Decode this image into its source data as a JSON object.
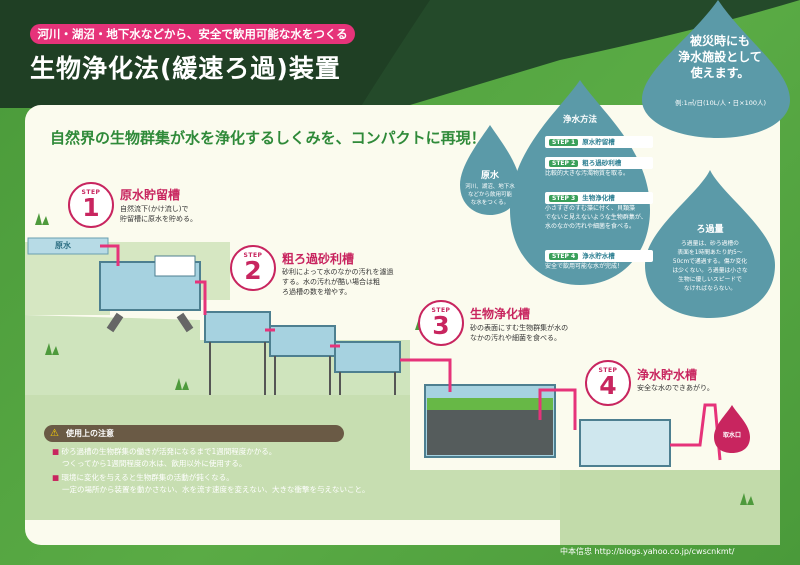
{
  "header": {
    "pill": "河川・湖沼・地下水などから、安全で飲用可能な水をつくる",
    "title": "生物浄化法(緩速ろ過)装置"
  },
  "subtitle": "自然界の生物群集が水を浄化するしくみを、コンパクトに再現！",
  "big_drop": {
    "line1": "被災時にも",
    "line2": "浄水施設として",
    "line3": "使えます。",
    "note": "例:1㎥/日(10L/人・日×100人)"
  },
  "raw_drop": {
    "title": "原水",
    "desc1": "河川、湖沼、地下水",
    "desc2": "などから飲用可能",
    "desc3": "な水をつくる。"
  },
  "method_drop": {
    "title": "浄水方法",
    "steps": [
      {
        "step": "STEP 1",
        "name": "原水貯留槽",
        "desc1": "",
        "desc2": "",
        "desc3": ""
      },
      {
        "step": "STEP 2",
        "name": "粗ろ過砂利槽",
        "desc1": "比較的大きな汚濁物質を取る。",
        "desc2": "",
        "desc3": ""
      },
      {
        "step": "STEP 3",
        "name": "生物浄化槽",
        "desc1": "小さすぎのすむ藻に付く、貝類藻",
        "desc2": "でないと見えないような生物群集が、",
        "desc3": "水のなかの汚れや細菌を食べる。"
      },
      {
        "step": "STEP 4",
        "name": "浄水貯水槽",
        "desc1": "安全で飲用可能な水が完成！",
        "desc2": "",
        "desc3": ""
      }
    ]
  },
  "filter_drop": {
    "title": "ろ過量",
    "lines": [
      "ろ過量は、砂ろ過槽の",
      "表面を1時間あたり約5〜",
      "50cmで通過する。傷か変化",
      "は少くない。ろ過量は小さな",
      "生物に優しいスピードで",
      "なければならない。"
    ]
  },
  "steps": [
    {
      "label": "STEP",
      "num": "1",
      "title": "原水貯留槽",
      "desc1": "自然流下(かけ流し)で",
      "desc2": "貯留槽に原水を貯める。",
      "desc3": ""
    },
    {
      "label": "STEP",
      "num": "2",
      "title": "粗ろ過砂利槽",
      "desc1": "砂利によって水のなかの汚れを濾過",
      "desc2": "する。水の汚れが酷い場合は粗",
      "desc3": "ろ過槽の数を増やす。"
    },
    {
      "label": "STEP",
      "num": "3",
      "title": "生物浄化槽",
      "desc1": "砂の表面にすむ生物群集が水の",
      "desc2": "なかの汚れや細菌を食べる。",
      "desc3": ""
    },
    {
      "label": "STEP",
      "num": "4",
      "title": "浄水貯水槽",
      "desc1": "安全な水のできあがり。",
      "desc2": "",
      "desc3": ""
    }
  ],
  "raw_label": "原水",
  "tap_label": "取水口",
  "caution": {
    "head": "使用上の注意",
    "l1": "砂ろ過槽の生物群集の働きが活発になるまで1週間程度かかる。",
    "l2": "つくってから1週間程度の水は、飲用以外に使用する。",
    "l3": "環境に変化を与えると生物群集の活動が鈍くなる。",
    "l4": "一定の場所から装置を動かさない、水を流す速度を変えない、大きな衝撃を与えないこと。"
  },
  "credit": "中本信忠  http://blogs.yahoo.co.jp/cwscnkmt/",
  "colors": {
    "pink": "#e6337a",
    "green": "#4e9a3c",
    "drop": "#5b9aa8",
    "bg": "#fbfbee"
  }
}
